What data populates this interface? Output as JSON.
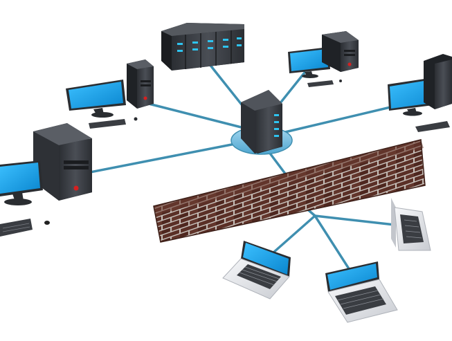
{
  "diagram": {
    "kind": "network topology illustration",
    "palette": {
      "background": "#ffffff",
      "link": "#3f8fb0",
      "hub_platform": "#7fc2e2",
      "screen": "#1aa3e8",
      "case": "#3a3d42",
      "case_dark": "#24272b",
      "brick": "#5a2f26",
      "mortar": "#c9c3bd",
      "laptop_body": "#e6e8ec",
      "status_light": "#d62020",
      "server_led": "#2ec4f0"
    },
    "nodes": [
      {
        "id": "central-server",
        "icon": "server-tower-icon"
      },
      {
        "id": "rack-server",
        "icon": "rack-server-icon"
      },
      {
        "id": "workstation-top-left",
        "icon": "desktop-computer-icon"
      },
      {
        "id": "workstation-top-right",
        "icon": "desktop-computer-icon"
      },
      {
        "id": "workstation-right",
        "icon": "desktop-computer-icon"
      },
      {
        "id": "workstation-left",
        "icon": "desktop-computer-icon"
      },
      {
        "id": "firewall",
        "icon": "brick-wall-icon"
      },
      {
        "id": "laptop-left",
        "icon": "laptop-icon"
      },
      {
        "id": "laptop-middle",
        "icon": "laptop-icon"
      },
      {
        "id": "laptop-right",
        "icon": "laptop-icon"
      }
    ],
    "links": [
      {
        "from": "central-server",
        "to": "rack-server"
      },
      {
        "from": "central-server",
        "to": "workstation-top-left"
      },
      {
        "from": "central-server",
        "to": "workstation-top-right"
      },
      {
        "from": "central-server",
        "to": "workstation-right"
      },
      {
        "from": "central-server",
        "to": "workstation-left"
      },
      {
        "from": "central-server",
        "to": "firewall"
      },
      {
        "from": "firewall",
        "to": "laptop-left"
      },
      {
        "from": "firewall",
        "to": "laptop-middle"
      },
      {
        "from": "firewall",
        "to": "laptop-right"
      }
    ]
  }
}
